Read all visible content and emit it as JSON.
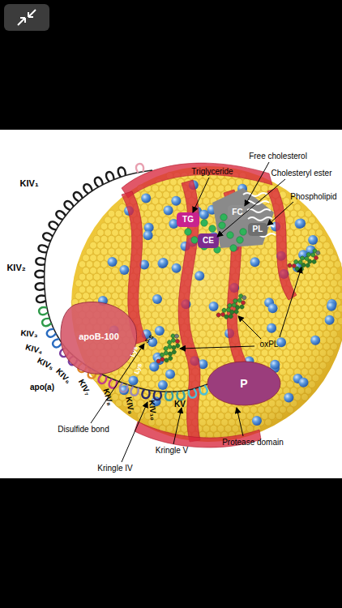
{
  "diagram": {
    "nodes": [
      {
        "text": [
          "TG"
        ]
      },
      {
        "text": [
          "FC"
        ]
      },
      {
        "text": [
          "PL"
        ]
      },
      {
        "text": [
          "CE"
        ]
      },
      {
        "text": [
          "apoB-100"
        ]
      },
      {
        "text": [
          "P"
        ]
      }
    ],
    "labels": [
      "Free cholesterol",
      "Triglyceride",
      "Cholesteryl ester",
      "Phospholipid",
      "KIV₁",
      "KIV₂",
      "oxPL",
      "KIV₃",
      "KIV₄",
      "KIV₅",
      "KIV₆",
      "KIV₇",
      "KIV₈",
      "KIV₉",
      "KIV₁₀",
      "KV",
      "apo(a)",
      "Lys",
      "Lys",
      "S-S",
      "Disulfide bond",
      "Kringle V",
      "Protease domain",
      "Kringle IV"
    ]
  }
}
